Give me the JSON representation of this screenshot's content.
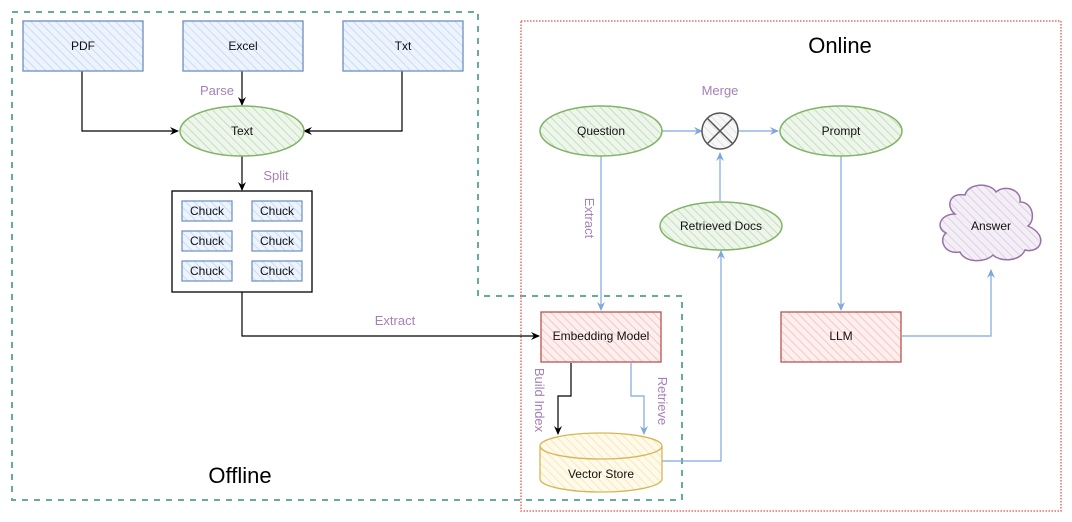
{
  "colors": {
    "offline_border": "#67ab9f",
    "online_border": "#ea6b66",
    "blue_stroke": "#6c8ebf",
    "blue_fill": "#dae8fc",
    "green_stroke": "#82b366",
    "green_fill": "#d5e8d4",
    "red_stroke": "#b85450",
    "red_fill": "#f8cecc",
    "yellow_stroke": "#d6b656",
    "yellow_fill": "#fff2cc",
    "purple_stroke": "#9673a6",
    "purple_fill": "#e1d5e7",
    "edge_label": "#a680b8",
    "blue_edge": "#7ea6e0",
    "black_edge": "#000000"
  },
  "regions": {
    "offline": "Offline",
    "online": "Online"
  },
  "nodes": {
    "pdf": "PDF",
    "excel": "Excel",
    "txt": "Txt",
    "text": "Text",
    "chunks": [
      "Chuck",
      "Chuck",
      "Chuck",
      "Chuck",
      "Chuck",
      "Chuck"
    ],
    "embedding_model": "Embedding Model",
    "vector_store": "Vector Store",
    "question": "Question",
    "merge": "⊗",
    "prompt": "Prompt",
    "retrieved_docs": "Retrieved Docs",
    "llm": "LLM",
    "answer": "Answer"
  },
  "edge_labels": {
    "parse": "Parse",
    "split": "Split",
    "extract_offline": "Extract",
    "extract_online": "Extract",
    "merge": "Merge",
    "build_index": "Build Index",
    "retrieve": "Retrieve"
  }
}
